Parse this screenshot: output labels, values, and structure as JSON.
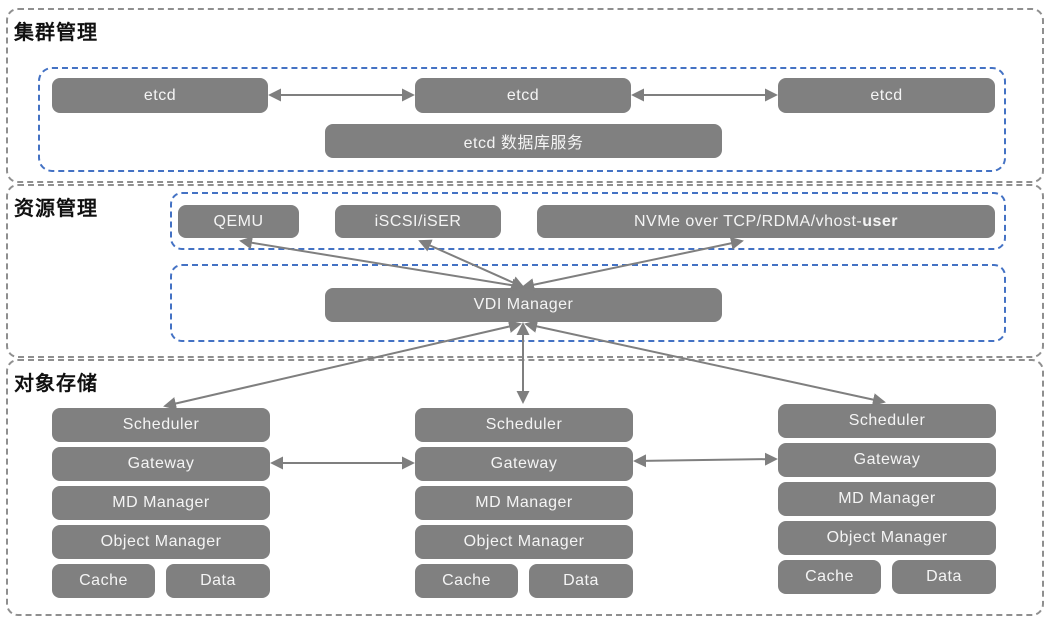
{
  "colors": {
    "box_fill": "#808080",
    "box_text": "#f4f4f4",
    "arrow": "#7f7f7f",
    "outer_border_dashed": "#8f8f8f",
    "inner_border_dashed": "#4472c4",
    "section_label_text": "#111111",
    "background": "#ffffff"
  },
  "sections": {
    "cluster": {
      "label": "集群管理",
      "nodes": {
        "etcd1": "etcd",
        "etcd2": "etcd",
        "etcd3": "etcd",
        "db": "etcd 数据库服务"
      }
    },
    "resource": {
      "label": "资源管理",
      "nodes": {
        "qemu": "QEMU",
        "iscsi": "iSCSI/iSER",
        "nvme_regular": "NVMe over TCP/RDMA/vhost-",
        "nvme_bold": "user",
        "vdi": "VDI Manager"
      }
    },
    "storage": {
      "label": "对象存储",
      "stack_rows": [
        "Scheduler",
        "Gateway",
        "MD Manager",
        "Object Manager"
      ],
      "cache": "Cache",
      "data": "Data"
    }
  },
  "edges": [
    {
      "from": "etcd-1",
      "to": "etcd-2",
      "bidirectional": true
    },
    {
      "from": "etcd-2",
      "to": "etcd-3",
      "bidirectional": true
    },
    {
      "from": "vdi-manager",
      "to": "qemu",
      "bidirectional": true
    },
    {
      "from": "vdi-manager",
      "to": "iscsi-iser",
      "bidirectional": true
    },
    {
      "from": "vdi-manager",
      "to": "nvme",
      "bidirectional": true
    },
    {
      "from": "vdi-manager",
      "to": "scheduler-1",
      "bidirectional": true
    },
    {
      "from": "vdi-manager",
      "to": "scheduler-2",
      "bidirectional": true
    },
    {
      "from": "vdi-manager",
      "to": "scheduler-3",
      "bidirectional": true
    },
    {
      "from": "gateway-1",
      "to": "gateway-2",
      "bidirectional": true
    },
    {
      "from": "gateway-2",
      "to": "gateway-3",
      "bidirectional": true
    }
  ]
}
